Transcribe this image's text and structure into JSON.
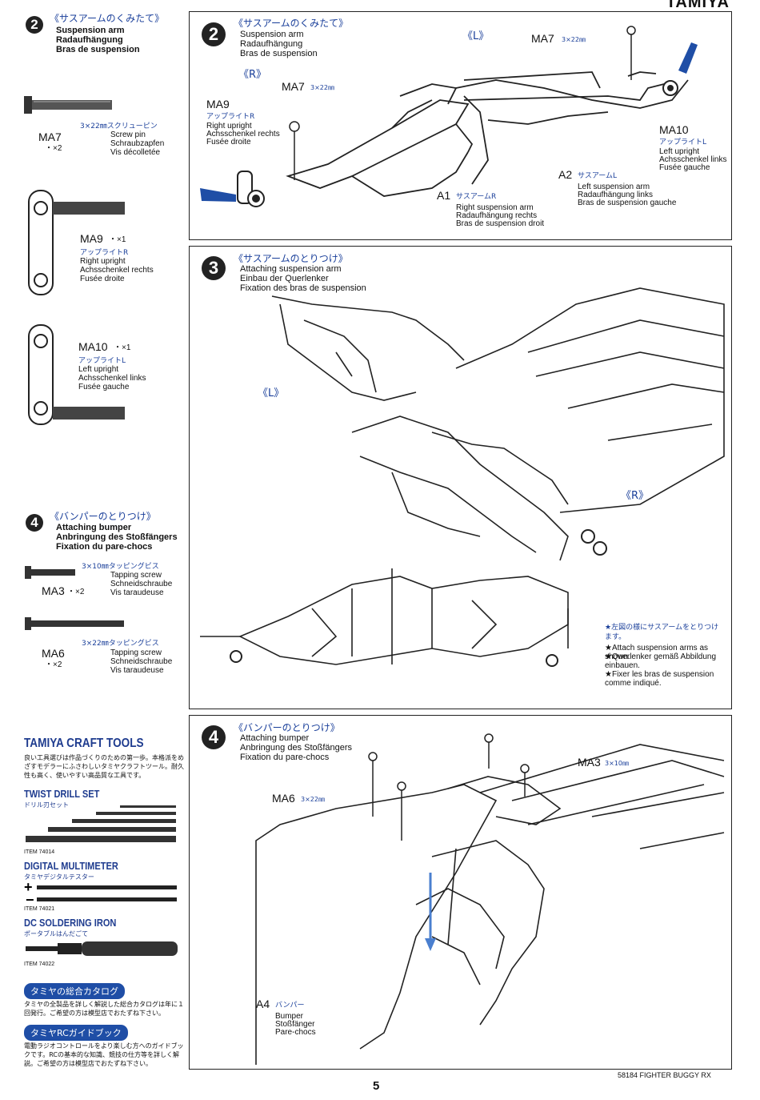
{
  "brand": "TAMIYA",
  "left": {
    "step2": {
      "num": "2",
      "jp": "《サスアームのくみたて》",
      "en": "Suspension arm",
      "de": "Radaufhängung",
      "fr": "Bras de suspension",
      "ma7": {
        "code": "MA7",
        "qty": "・×2",
        "size": "3×22㎜スクリューピン",
        "en": "Screw pin",
        "de": "Schraubzapfen",
        "fr": "Vis décolletée"
      },
      "ma9": {
        "code": "MA9",
        "qty": "・×1",
        "jp": "アップライトR",
        "en": "Right upright",
        "de": "Achsschenkel rechts",
        "fr": "Fusée droite"
      },
      "ma10": {
        "code": "MA10",
        "qty": "・×1",
        "jp": "アップライトL",
        "en": "Left upright",
        "de": "Achsschenkel links",
        "fr": "Fusée gauche"
      }
    },
    "step4": {
      "num": "4",
      "jp": "《バンパーのとりつけ》",
      "en": "Attaching bumper",
      "de": "Anbringung des Stoßfängers",
      "fr": "Fixation du pare-chocs",
      "ma3": {
        "code": "MA3",
        "qty": "・×2",
        "size": "3×10㎜タッピングビス",
        "en": "Tapping screw",
        "de": "Schneidschraube",
        "fr": "Vis taraudeuse"
      },
      "ma6": {
        "code": "MA6",
        "qty": "・×2",
        "size": "3×22㎜タッピングビス",
        "en": "Tapping screw",
        "de": "Schneidschraube",
        "fr": "Vis taraudeuse"
      }
    },
    "tools": {
      "title": "TAMIYA CRAFT TOOLS",
      "intro": "良い工具選びは作品づくりのための第一歩。本格派をめざすモデラーにふさわしいタミヤクラフトツール。耐久性も高く、使いやすい高品質な工具です。",
      "drill": {
        "name": "TWIST DRILL SET",
        "jp": "ドリル刃セット",
        "item": "ITEM 74014"
      },
      "multimeter": {
        "name": "DIGITAL MULTIMETER",
        "jp": "タミヤデジタルテスター",
        "item": "ITEM 74021"
      },
      "iron": {
        "name": "DC SOLDERING IRON",
        "jp": "ポータブルはんだごて",
        "item": "ITEM 74022"
      },
      "catalog": {
        "label": "タミヤの総合カタログ",
        "text": "タミヤの全製品を詳しく解説した総合カタログは年に１回発行。ご希望の方は模型店でおたずね下さい。"
      },
      "guide": {
        "label": "タミヤRCガイドブック",
        "text": "電動ラジオコントロールをより楽しむ方へのガイドブックです。RCの基本的な知識、競技の仕方等を詳しく解説。ご希望の方は模型店でおたずね下さい。"
      }
    }
  },
  "panel2": {
    "num": "2",
    "jp": "《サスアームのくみたて》",
    "en": "Suspension arm",
    "de": "Radaufhängung",
    "fr": "Bras de suspension",
    "R": "《R》",
    "L": "《L》",
    "ma7": {
      "code": "MA7",
      "size": "3×22㎜"
    },
    "ma7b": {
      "code": "MA7",
      "size": "3×22㎜"
    },
    "ma9": {
      "code": "MA9",
      "jp": "アップライトR",
      "en": "Right upright",
      "de": "Achsschenkel rechts",
      "fr": "Fusée droite"
    },
    "ma10": {
      "code": "MA10",
      "jp": "アップライトL",
      "en": "Left upright",
      "de": "Achsschenkel links",
      "fr": "Fusée gauche"
    },
    "a1": {
      "code": "A1",
      "jp": "サスアームR",
      "en": "Right suspension arm",
      "de": "Radaufhängung rechts",
      "fr": "Bras de suspension droit"
    },
    "a2": {
      "code": "A2",
      "jp": "サスアームL",
      "en": "Left suspension arm",
      "de": "Radaufhängung links",
      "fr": "Bras de suspension gauche"
    }
  },
  "panel3": {
    "num": "3",
    "jp": "《サスアームのとりつけ》",
    "en": "Attaching suspension arm",
    "de": "Einbau der Querlenker",
    "fr": "Fixation des bras de suspension",
    "L": "《L》",
    "R": "《R》",
    "note_jp": "★左図の様にサスアームをとりつけます。",
    "note_en": "★Attach suspension arms as shown.",
    "note_de": "★Querlenker gemäß Abbildung einbauen.",
    "note_fr": "★Fixer les bras de suspension comme indiqué."
  },
  "panel4": {
    "num": "4",
    "jp": "《バンパーのとりつけ》",
    "en": "Attaching bumper",
    "de": "Anbringung des Stoßfängers",
    "fr": "Fixation du pare-chocs",
    "ma3": {
      "code": "MA3",
      "size": "3×10㎜"
    },
    "ma6": {
      "code": "MA6",
      "size": "3×22㎜"
    },
    "a4": {
      "code": "A4",
      "jp": "バンパー",
      "en": "Bumper",
      "de": "Stoßfänger",
      "fr": "Pare-chocs"
    }
  },
  "footer": {
    "page": "5",
    "model": "58184 FIGHTER BUGGY RX"
  }
}
